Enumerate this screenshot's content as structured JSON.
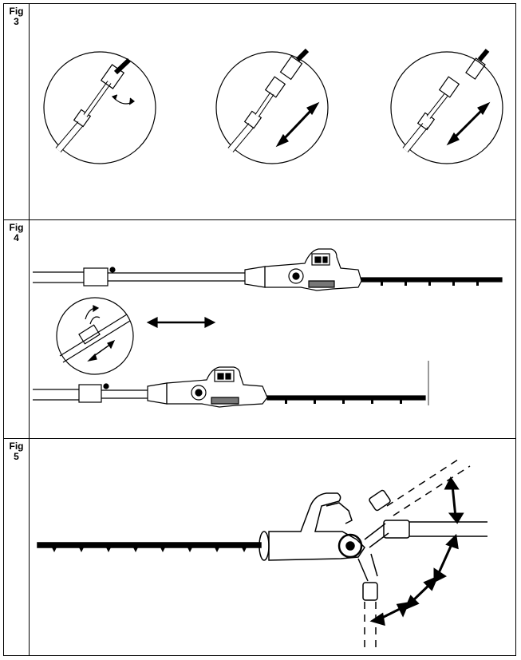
{
  "figures": [
    {
      "prefix": "Fig",
      "number": "3",
      "illustration": "telescopic-pole-lock-detail"
    },
    {
      "prefix": "Fig",
      "number": "4",
      "illustration": "telescopic-pole-extension"
    },
    {
      "prefix": "Fig",
      "number": "5",
      "illustration": "cutting-head-angle-adjustment"
    }
  ],
  "colors": {
    "line": "#000000",
    "background": "#ffffff",
    "shade": "#777777"
  }
}
